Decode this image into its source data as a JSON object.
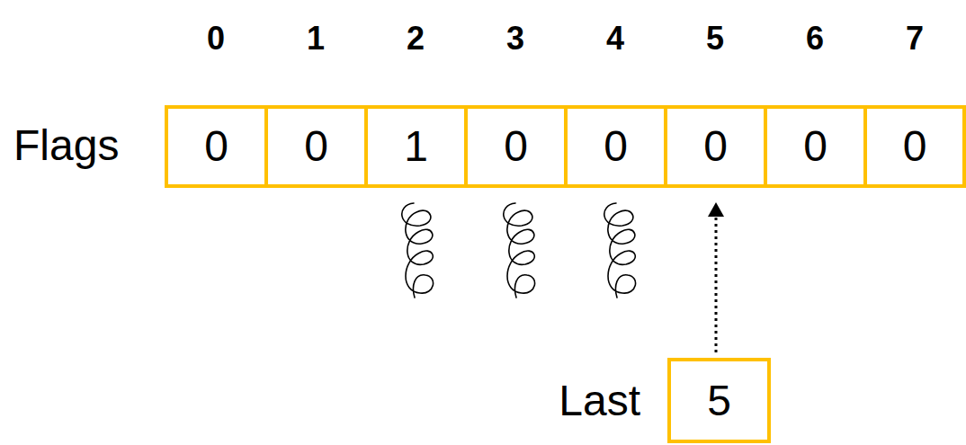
{
  "diagram": {
    "nodes": [
      {
        "text": [
          "0"
        ]
      },
      {
        "text": [
          "0"
        ]
      },
      {
        "text": [
          "1"
        ]
      },
      {
        "text": [
          "0"
        ]
      },
      {
        "text": [
          "0"
        ]
      },
      {
        "text": [
          "0"
        ]
      },
      {
        "text": [
          "0"
        ]
      },
      {
        "text": [
          "0"
        ]
      },
      {
        "text": [
          "Last",
          "5"
        ]
      }
    ],
    "edges": [
      {
        "from": 8,
        "to": 5,
        "arrow": "to"
      }
    ],
    "labels": [
      "0",
      "1",
      "2",
      "3",
      "4",
      "5",
      "6",
      "7",
      "Flags"
    ]
  }
}
